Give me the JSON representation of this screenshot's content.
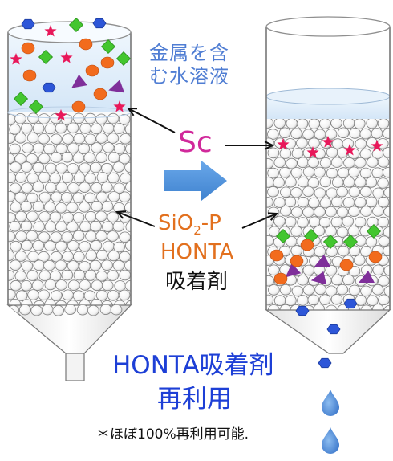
{
  "left_column_state": "before",
  "right_column_state": "after",
  "labels": {
    "solution_line1": "金属を含",
    "solution_line2": "む水溶液",
    "element": "Sc",
    "adsorbent_sio": "SiO",
    "adsorbent_sub": "2",
    "adsorbent_p": "-P",
    "adsorbent_honta": "HONTA",
    "adsorbent_word": "吸着剤",
    "reuse_line1": "HONTA吸着剤",
    "reuse_line2": "再利用",
    "note": "＊ほぼ100%再利用可能."
  },
  "colors": {
    "solution": "#dfeefb",
    "bead": "#ffffff",
    "star": "#e8185a",
    "hexagon": "#2d56d8",
    "diamond": "#43c62f",
    "circle": "#f26b1d",
    "triangle": "#7f2f9a",
    "arrow_process": "#4a90d9",
    "droplet": "#3f7fd6"
  },
  "icons": [
    "star-icon",
    "hexagon-icon",
    "diamond-icon",
    "circle-icon",
    "triangle-icon",
    "droplet-icon",
    "process-arrow-icon"
  ]
}
